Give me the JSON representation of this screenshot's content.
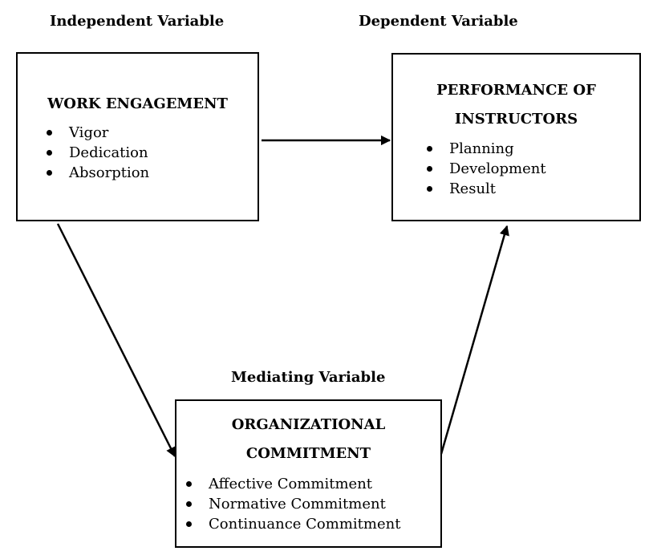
{
  "labels": {
    "independent": "Independent Variable",
    "dependent": "Dependent Variable",
    "mediating": "Mediating Variable"
  },
  "work_engagement": {
    "title": "WORK ENGAGEMENT",
    "items": [
      "Vigor",
      "Dedication",
      "Absorption"
    ]
  },
  "performance": {
    "title_line1": "PERFORMANCE OF",
    "title_line2": "INSTRUCTORS",
    "items": [
      "Planning",
      "Development",
      "Result"
    ]
  },
  "commitment": {
    "title_line1": "ORGANIZATIONAL",
    "title_line2": "COMMITMENT",
    "items": [
      "Affective Commitment",
      "Normative Commitment",
      "Continuance Commitment"
    ]
  }
}
